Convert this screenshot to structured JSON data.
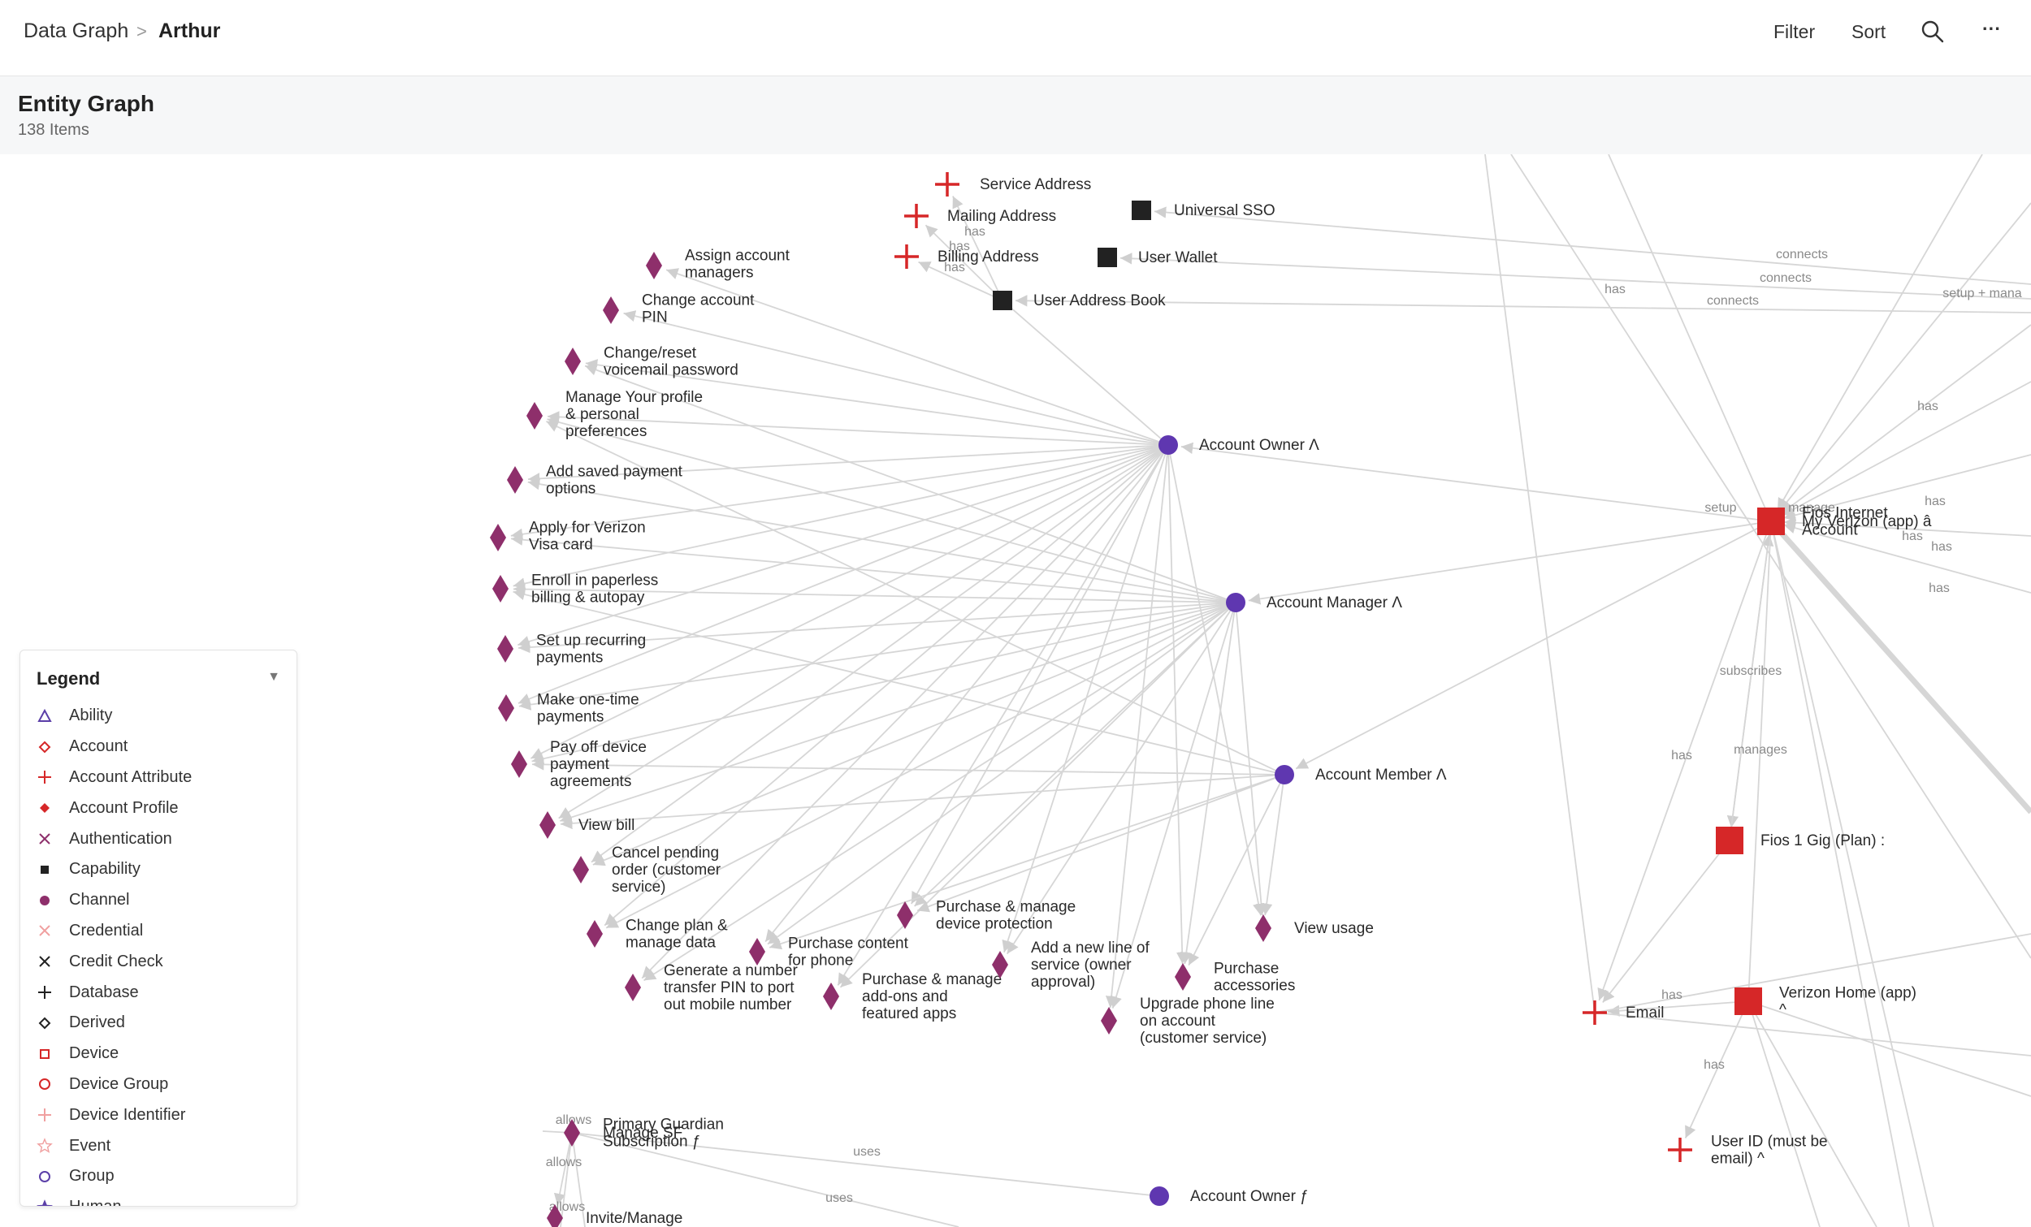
{
  "breadcrumb": {
    "root": "Data Graph",
    "separator": ">",
    "current": "Arthur"
  },
  "toolbar": {
    "filter_label": "Filter",
    "sort_label": "Sort",
    "search_icon": "search-icon",
    "more_label": "···"
  },
  "header": {
    "title": "Entity Graph",
    "count": "138 Items"
  },
  "legend": {
    "title": "Legend",
    "toggle": "▼",
    "items": [
      {
        "label": "Ability",
        "symbol": "triangle-outline",
        "color": "#5b3fa8"
      },
      {
        "label": "Account",
        "symbol": "diamond-outline",
        "color": "#d62728"
      },
      {
        "label": "Account Attribute",
        "symbol": "plus",
        "color": "#d62728"
      },
      {
        "label": "Account Profile",
        "symbol": "diamond-filled",
        "color": "#d62728"
      },
      {
        "label": "Authentication",
        "symbol": "x",
        "color": "#8e2f6b"
      },
      {
        "label": "Capability",
        "symbol": "square-filled",
        "color": "#222222"
      },
      {
        "label": "Channel",
        "symbol": "circle-filled",
        "color": "#8e2f6b"
      },
      {
        "label": "Credential",
        "symbol": "x",
        "color": "#f0a0a0"
      },
      {
        "label": "Credit Check",
        "symbol": "x",
        "color": "#222222"
      },
      {
        "label": "Database",
        "symbol": "plus",
        "color": "#222222"
      },
      {
        "label": "Derived",
        "symbol": "diamond-outline",
        "color": "#222222"
      },
      {
        "label": "Device",
        "symbol": "square-outline",
        "color": "#d62728"
      },
      {
        "label": "Device Group",
        "symbol": "circle-outline",
        "color": "#d62728"
      },
      {
        "label": "Device Identifier",
        "symbol": "plus",
        "color": "#f0a0a0"
      },
      {
        "label": "Event",
        "symbol": "star-outline",
        "color": "#f0a0a0"
      },
      {
        "label": "Group",
        "symbol": "circle-outline",
        "color": "#5b3fa8"
      },
      {
        "label": "Human",
        "symbol": "star-filled",
        "color": "#5b3fa8"
      }
    ]
  },
  "graph": {
    "colors": {
      "ability": "#8e2f6b",
      "role": "#5f37b0",
      "attribute": "#d62728",
      "capability": "#222222",
      "product": "#d62728",
      "edge": "#d6d6d6"
    },
    "nodes": [
      {
        "id": "service_address",
        "label": "Service Address",
        "kind": "plus"
      },
      {
        "id": "mailing_address",
        "label": "Mailing Address",
        "kind": "plus"
      },
      {
        "id": "billing_address",
        "label": "Billing Address",
        "kind": "plus"
      },
      {
        "id": "universal_sso",
        "label": "Universal SSO",
        "kind": "square-dark"
      },
      {
        "id": "user_wallet",
        "label": "User Wallet",
        "kind": "square-dark"
      },
      {
        "id": "user_address_book",
        "label": "User Address Book",
        "kind": "square-dark"
      },
      {
        "id": "assign_account_managers",
        "label": "Assign account managers",
        "kind": "diamond"
      },
      {
        "id": "change_account_pin",
        "label": "Change account PIN",
        "kind": "diamond"
      },
      {
        "id": "change_voicemail_password",
        "label": "Change/reset voicemail password",
        "kind": "diamond"
      },
      {
        "id": "manage_profile",
        "label": "Manage Your profile & personal preferences",
        "kind": "diamond"
      },
      {
        "id": "add_saved_payment",
        "label": "Add saved payment options",
        "kind": "diamond"
      },
      {
        "id": "apply_visa",
        "label": "Apply for Verizon Visa card",
        "kind": "diamond"
      },
      {
        "id": "enroll_paperless",
        "label": "Enroll in paperless billing & autopay",
        "kind": "diamond"
      },
      {
        "id": "setup_recurring",
        "label": "Set up recurring payments",
        "kind": "diamond"
      },
      {
        "id": "one_time_payments",
        "label": "Make one-time payments",
        "kind": "diamond"
      },
      {
        "id": "pay_off_device",
        "label": "Pay off device payment agreements",
        "kind": "diamond"
      },
      {
        "id": "view_bill",
        "label": "View bill",
        "kind": "diamond"
      },
      {
        "id": "cancel_pending",
        "label": "Cancel pending order (customer service)",
        "kind": "diamond"
      },
      {
        "id": "change_plan",
        "label": "Change plan & manage data",
        "kind": "diamond"
      },
      {
        "id": "generate_pin",
        "label": "Generate a number transfer PIN to port out mobile number",
        "kind": "diamond"
      },
      {
        "id": "purchase_content",
        "label": "Purchase content for phone",
        "kind": "diamond"
      },
      {
        "id": "purchase_addons",
        "label": "Purchase & manage add-ons and featured apps",
        "kind": "diamond"
      },
      {
        "id": "purchase_device_protection",
        "label": "Purchase & manage device protection",
        "kind": "diamond"
      },
      {
        "id": "add_new_line",
        "label": "Add a new line of service (owner approval)",
        "kind": "diamond"
      },
      {
        "id": "upgrade_phone",
        "label": "Upgrade phone line on account (customer service)",
        "kind": "diamond"
      },
      {
        "id": "purchase_accessories",
        "label": "Purchase accessories",
        "kind": "diamond"
      },
      {
        "id": "view_usage",
        "label": "View usage",
        "kind": "diamond"
      },
      {
        "id": "account_owner",
        "label": "Account Owner Λ",
        "kind": "circle"
      },
      {
        "id": "account_manager",
        "label": "Account Manager Λ",
        "kind": "circle"
      },
      {
        "id": "account_member",
        "label": "Account Member Λ",
        "kind": "circle"
      },
      {
        "id": "account_owner_f",
        "label": "Account Owner ƒ",
        "kind": "circle"
      },
      {
        "id": "myverizon_app",
        "label": "My Verizon (app) â",
        "kind": "square-red"
      },
      {
        "id": "fios_account",
        "label": "Fios Internet Account",
        "kind": "none"
      },
      {
        "id": "fios_1_gig",
        "label": "Fios 1 Gig (Plan) :",
        "kind": "square-red"
      },
      {
        "id": "verizon_home_app",
        "label": "Verizon Home (app) ^",
        "kind": "square-red"
      },
      {
        "id": "email",
        "label": "Email",
        "kind": "plus"
      },
      {
        "id": "user_id",
        "label": "User ID (must be email) ^",
        "kind": "plus"
      },
      {
        "id": "manage_sf",
        "label": "Manage SF",
        "kind": "diamond"
      },
      {
        "id": "primary_guardian",
        "label": "Primary Guardian Subscription ƒ",
        "kind": "none"
      },
      {
        "id": "invite_manage",
        "label": "Invite/Manage",
        "kind": "diamond"
      }
    ],
    "edge_labels": [
      "has",
      "has",
      "has",
      "connects",
      "connects",
      "connects",
      "has",
      "setup + mana",
      "has",
      "has",
      "has",
      "has",
      "has",
      "setup",
      "manage",
      "subscribes",
      "manages",
      "has",
      "has",
      "has",
      "uses",
      "uses",
      "allows",
      "allows",
      "allows"
    ]
  }
}
